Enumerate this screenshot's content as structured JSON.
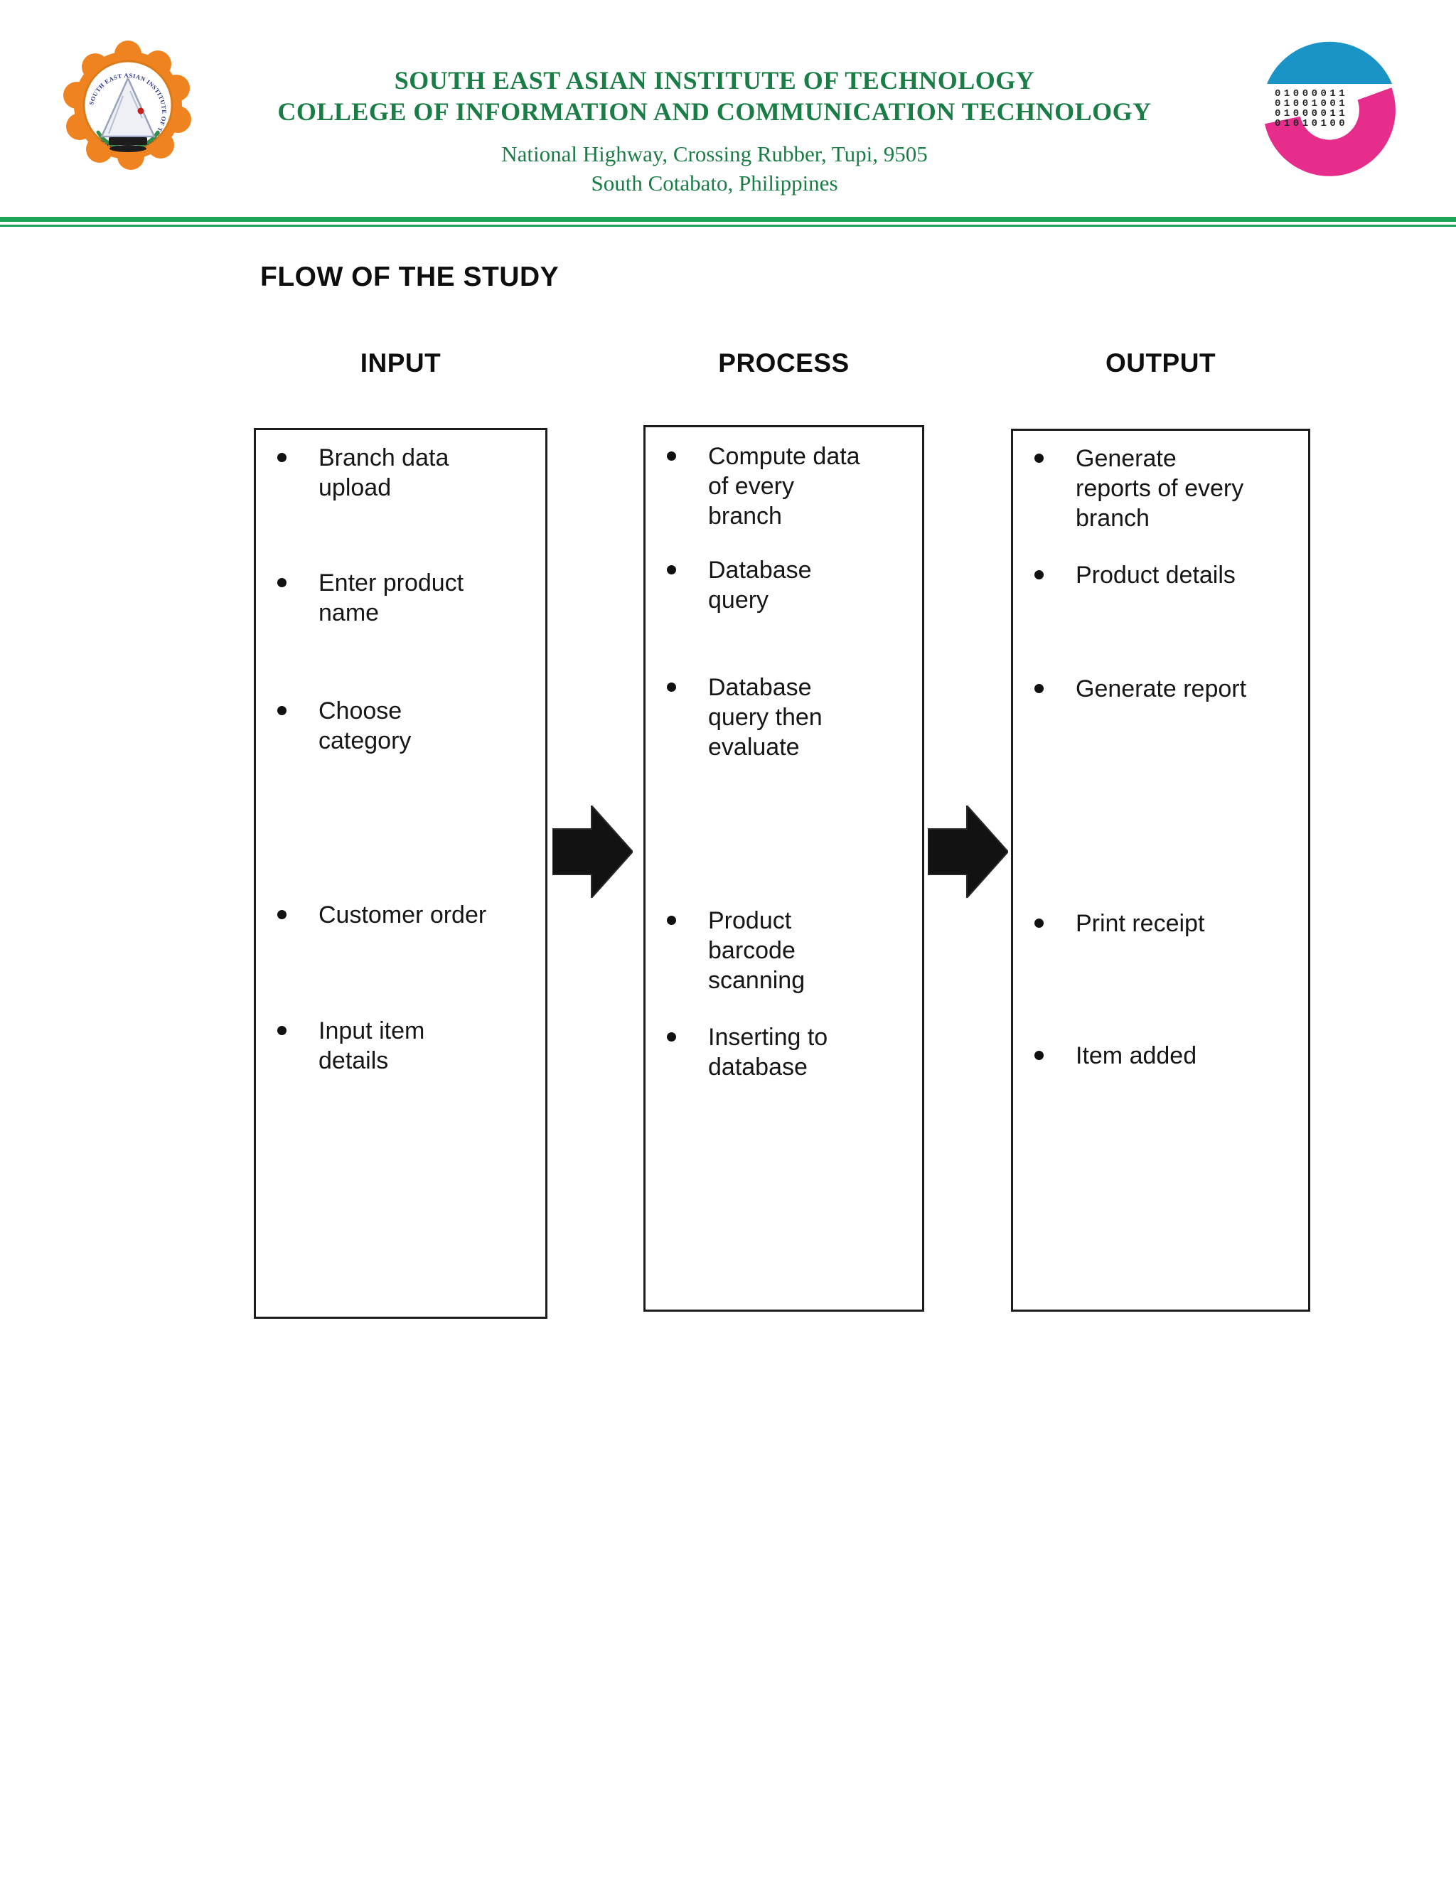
{
  "header": {
    "line1": "SOUTH EAST ASIAN INSTITUTE OF TECHNOLOGY",
    "line2": "COLLEGE OF INFORMATION AND COMMUNICATION TECHNOLOGY",
    "address1": "National Highway, Crossing Rubber, Tupi, 9505",
    "address2": "South Cotabato, Philippines",
    "text_color": "#1b7d46",
    "rule_color": "#1ca355",
    "seal": {
      "arc_text": "SOUTH EAST ASIAN INSTITUTE OF TECHNOLOGY · INC ·",
      "orange": "#ef8320"
    },
    "cict_logo": {
      "binary_lines": [
        "01000011",
        "01001001",
        "01000011",
        "01010100"
      ],
      "blue": "#1a93c6",
      "pink": "#e62d8c"
    }
  },
  "diagram": {
    "title": "FLOW OF THE STUDY",
    "columns": [
      {
        "header": "INPUT",
        "items": [
          "Branch data\nupload",
          "Enter product\nname",
          "Choose\ncategory",
          "Customer order",
          "Input item\ndetails"
        ]
      },
      {
        "header": "PROCESS",
        "items": [
          "Compute data\nof every\nbranch",
          "Database\nquery",
          "Database\nquery then\nevaluate",
          "Product\nbarcode\nscanning",
          "Inserting to\ndatabase"
        ]
      },
      {
        "header": "OUTPUT",
        "items": [
          "Generate\nreports of every\nbranch",
          "Product details",
          "Generate report",
          "Print receipt",
          "Item added"
        ]
      }
    ]
  }
}
